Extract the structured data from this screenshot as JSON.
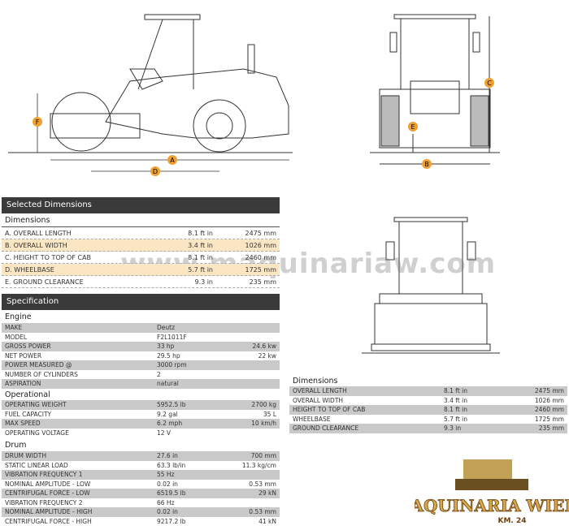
{
  "drawings": {
    "labels": [
      "A",
      "B",
      "C",
      "D",
      "E",
      "F"
    ]
  },
  "selected_dimensions": {
    "title": "Selected Dimensions",
    "section": "Dimensions",
    "rows": [
      {
        "label": "A. OVERALL LENGTH",
        "v1": "8.1 ft in",
        "v2": "2475 mm"
      },
      {
        "label": "B. OVERALL WIDTH",
        "v1": "3.4 ft in",
        "v2": "1026 mm"
      },
      {
        "label": "C. HEIGHT TO TOP OF CAB",
        "v1": "8.1 ft in",
        "v2": "2460 mm"
      },
      {
        "label": "D. WHEELBASE",
        "v1": "5.7 ft in",
        "v2": "1725 mm"
      },
      {
        "label": "E. GROUND CLEARANCE",
        "v1": "9.3 in",
        "v2": "235 mm"
      }
    ]
  },
  "specification": {
    "title": "Specification",
    "engine": {
      "title": "Engine",
      "rows": [
        {
          "label": "MAKE",
          "v1": "Deutz",
          "v2": ""
        },
        {
          "label": "MODEL",
          "v1": "F2L1011F",
          "v2": ""
        },
        {
          "label": "GROSS POWER",
          "v1": "33 hp",
          "v2": "24.6 kw"
        },
        {
          "label": "NET POWER",
          "v1": "29.5 hp",
          "v2": "22 kw"
        },
        {
          "label": "POWER MEASURED @",
          "v1": "3000 rpm",
          "v2": ""
        },
        {
          "label": "NUMBER OF CYLINDERS",
          "v1": "2",
          "v2": ""
        },
        {
          "label": "ASPIRATION",
          "v1": "natural",
          "v2": ""
        }
      ]
    },
    "operational": {
      "title": "Operational",
      "rows": [
        {
          "label": "OPERATING WEIGHT",
          "v1": "5952.5 lb",
          "v2": "2700 kg"
        },
        {
          "label": "FUEL CAPACITY",
          "v1": "9.2 gal",
          "v2": "35 L"
        },
        {
          "label": "MAX SPEED",
          "v1": "6.2 mph",
          "v2": "10 km/h"
        },
        {
          "label": "OPERATING VOLTAGE",
          "v1": "12 V",
          "v2": ""
        }
      ]
    },
    "drum": {
      "title": "Drum",
      "rows": [
        {
          "label": "DRUM WIDTH",
          "v1": "27.6 in",
          "v2": "700 mm"
        },
        {
          "label": "STATIC LINEAR LOAD",
          "v1": "63.3 lb/in",
          "v2": "11.3 kg/cm"
        },
        {
          "label": "VIBRATION FREQUENCY 1",
          "v1": "55 Hz",
          "v2": ""
        },
        {
          "label": "NOMINAL AMPLITUDE - LOW",
          "v1": "0.02 in",
          "v2": "0.53 mm"
        },
        {
          "label": "CENTRIFUGAL FORCE - LOW",
          "v1": "6519.5 lb",
          "v2": "29 kN"
        },
        {
          "label": "VIBRATION FREQUENCY 2",
          "v1": "66 Hz",
          "v2": ""
        },
        {
          "label": "NOMINAL AMPLITUDE - HIGH",
          "v1": "0.02 in",
          "v2": "0.53 mm"
        },
        {
          "label": "CENTRIFUGAL FORCE - HIGH",
          "v1": "9217.2 lb",
          "v2": "41 kN"
        }
      ]
    }
  },
  "right_dimensions": {
    "title": "Dimensions",
    "rows": [
      {
        "label": "OVERALL LENGTH",
        "v1": "8.1 ft in",
        "v2": "2475 mm"
      },
      {
        "label": "OVERALL WIDTH",
        "v1": "3.4 ft in",
        "v2": "1026 mm"
      },
      {
        "label": "HEIGHT TO TOP OF CAB",
        "v1": "8.1 ft in",
        "v2": "2460 mm"
      },
      {
        "label": "WHEELBASE",
        "v1": "5.7 ft in",
        "v2": "1725 mm"
      },
      {
        "label": "GROUND CLEARANCE",
        "v1": "9.3 in",
        "v2": "235 mm"
      }
    ]
  },
  "watermark": "www.maquinariaw.com",
  "logo": {
    "name": "MAQUINARIA WIEBE",
    "sub": "KM. 24"
  },
  "colors": {
    "header": "#3a3a3a",
    "highlight": "#fbe6c4",
    "stripe": "#c9c9c9",
    "marker": "#f0a030"
  }
}
